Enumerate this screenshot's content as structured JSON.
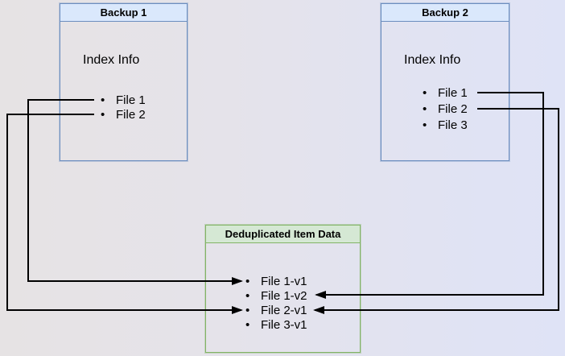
{
  "boxes": {
    "backup1": {
      "title": "Backup 1",
      "subtitle": "Index Info",
      "items": [
        "File 1",
        "File 2"
      ]
    },
    "backup2": {
      "title": "Backup 2",
      "subtitle": "Index Info",
      "items": [
        "File 1",
        "File 2",
        "File 3"
      ]
    },
    "dedup": {
      "title": "Deduplicated Item Data",
      "items": [
        "File 1-v1",
        "File 1-v2",
        "File 2-v1",
        "File 3-v1"
      ]
    }
  },
  "connections": [
    {
      "from": "Backup 1 / File 1",
      "to": "File 1-v1",
      "arrow_enters_from": "left"
    },
    {
      "from": "Backup 1 / File 2",
      "to": "File 2-v1",
      "arrow_enters_from": "left"
    },
    {
      "from": "Backup 2 / File 1",
      "to": "File 1-v2",
      "arrow_enters_from": "right"
    },
    {
      "from": "Backup 2 / File 2",
      "to": "File 2-v1",
      "arrow_enters_from": "right"
    }
  ],
  "colors": {
    "blue_box_border": "#6c8ebf",
    "blue_box_header_fill": "#dae8fc",
    "green_box_border": "#82b366",
    "green_box_header_fill": "#d5e8d4",
    "connector_line": "#000000",
    "text": "#000000"
  }
}
